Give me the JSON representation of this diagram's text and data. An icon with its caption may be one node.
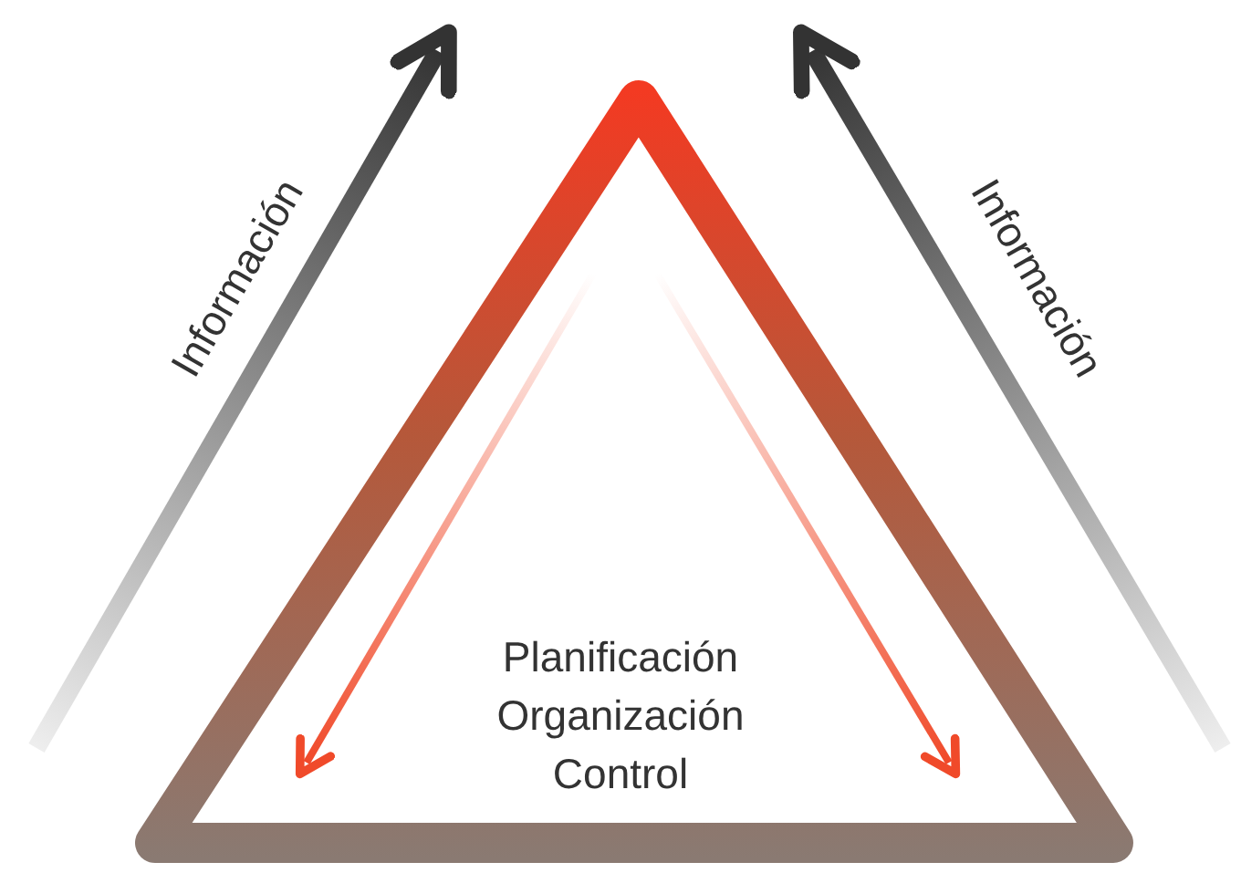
{
  "diagram": {
    "nodes": [
      {
        "text": [
          "Planificación",
          "Organización",
          "Control"
        ]
      }
    ],
    "labels": [
      "Información",
      "Información"
    ]
  }
}
